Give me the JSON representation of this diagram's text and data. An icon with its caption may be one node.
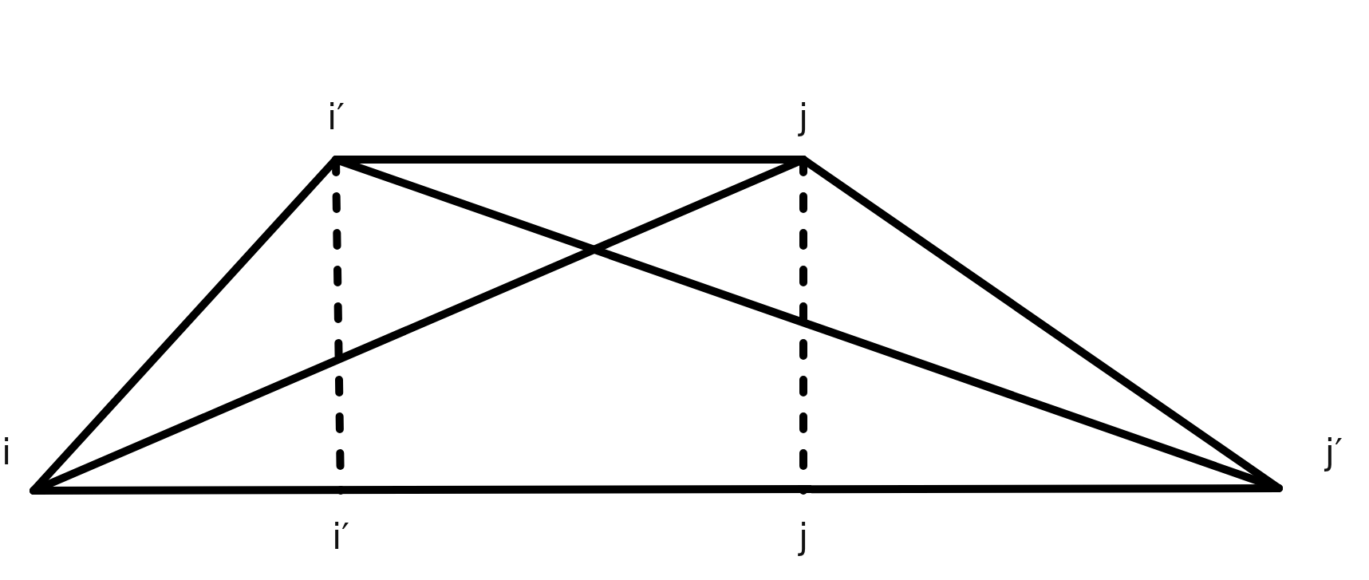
{
  "diagram": {
    "nodes": [
      {
        "text": [
          "i"
        ]
      },
      {
        "text": [
          "i′"
        ]
      },
      {
        "text": [
          "j"
        ]
      },
      {
        "text": [
          "j′"
        ]
      },
      {
        "text": [
          "i′"
        ]
      },
      {
        "text": [
          "j"
        ]
      }
    ],
    "edges": [
      {
        "from": 1,
        "to": 2,
        "arrow": "none"
      },
      {
        "from": 0,
        "to": 1,
        "arrow": "none"
      },
      {
        "from": 2,
        "to": 3,
        "arrow": "none"
      },
      {
        "from": 0,
        "to": 3,
        "arrow": "none"
      },
      {
        "from": 1,
        "to": 3,
        "arrow": "none"
      },
      {
        "from": 0,
        "to": 2,
        "arrow": "none"
      },
      {
        "from": 1,
        "to": 4,
        "arrow": "none",
        "style": "dashed"
      },
      {
        "from": 2,
        "to": 5,
        "arrow": "none",
        "style": "dashed"
      }
    ]
  }
}
